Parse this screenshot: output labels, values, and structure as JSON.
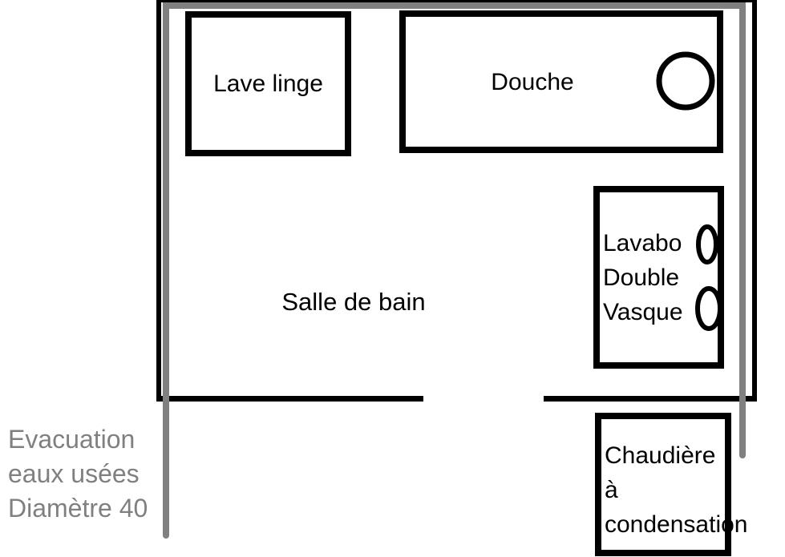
{
  "colors": {
    "background": "#ffffff",
    "wall": "#000000",
    "fixture_text": "#000000",
    "pipe": "#808080",
    "pipe_label_text": "#808080"
  },
  "room": {
    "label": "Salle de bain"
  },
  "fixtures": {
    "lave_linge": {
      "label": "Lave linge"
    },
    "douche": {
      "label": "Douche"
    },
    "lavabo": {
      "lines": [
        "Lavabo",
        "Double",
        "Vasque"
      ]
    },
    "chaudiere": {
      "lines": [
        "Chaudière",
        "à",
        "condensation"
      ]
    }
  },
  "pipe": {
    "label_lines": [
      "Evacuation",
      "eaux usées",
      "Diamètre 40"
    ]
  }
}
